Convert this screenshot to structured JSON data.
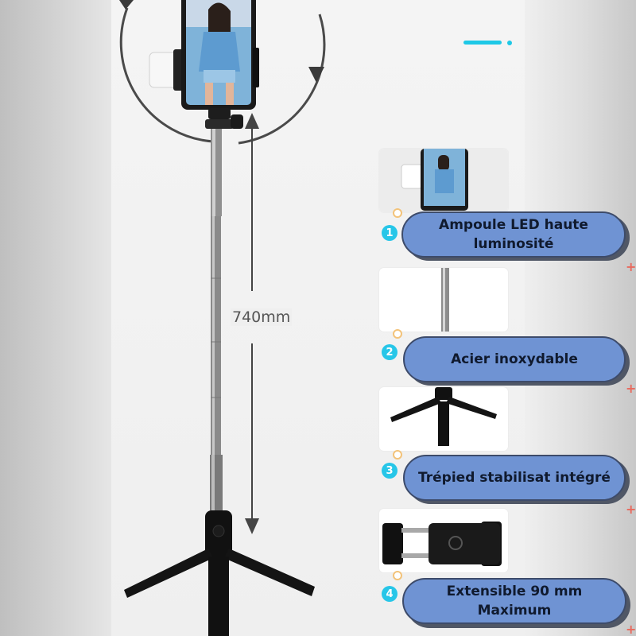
{
  "product": {
    "length_label": "740mm"
  },
  "features": [
    {
      "number": "1",
      "label": "Ampoule LED haute luminosité"
    },
    {
      "number": "2",
      "label": "Acier inoxydable"
    },
    {
      "number": "3",
      "label": "Trépied stabilisat intégré"
    },
    {
      "number": "4",
      "label": "Extensible 90 mm Maximum"
    }
  ],
  "colors": {
    "accent": "#1ec8e6",
    "pill": "#6f93d3",
    "badge": "#27c6e8",
    "plus": "#e86a5e"
  },
  "icons": [
    "rotation-arrow-icon",
    "plus-icon",
    "dimension-arrow-icon"
  ]
}
